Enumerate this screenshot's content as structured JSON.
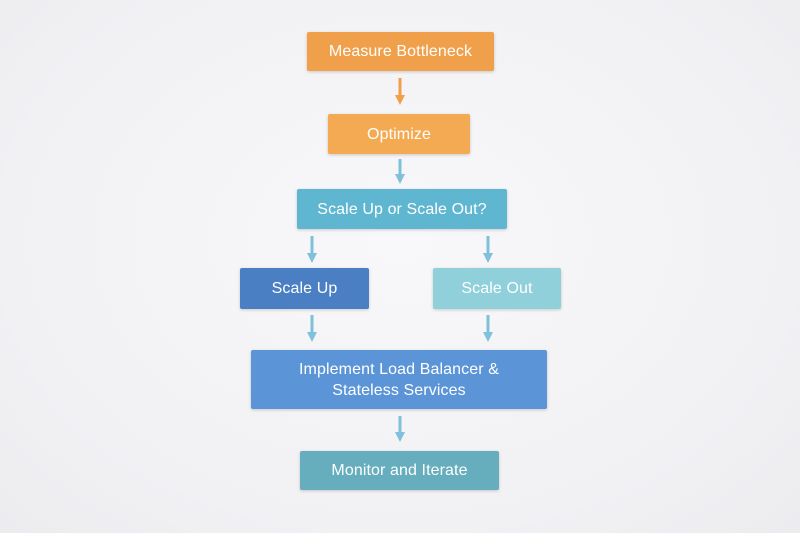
{
  "nodes": {
    "measure": "Measure Bottleneck",
    "optimize": "Optimize",
    "decision": "Scale Up or Scale Out?",
    "scale_up": "Scale Up",
    "scale_out": "Scale Out",
    "implement": "Implement Load Balancer &\nStateless Services",
    "monitor": "Monitor and Iterate"
  },
  "colors": {
    "measure": "#f0a04a",
    "optimize": "#f4aa52",
    "decision": "#5fb6d0",
    "scale_up": "#4a7fc4",
    "scale_out": "#90d0db",
    "implement": "#5b95d8",
    "monitor": "#66adbd",
    "arrow_orange": "#f0a04a",
    "arrow_blue": "#7fc0da"
  }
}
